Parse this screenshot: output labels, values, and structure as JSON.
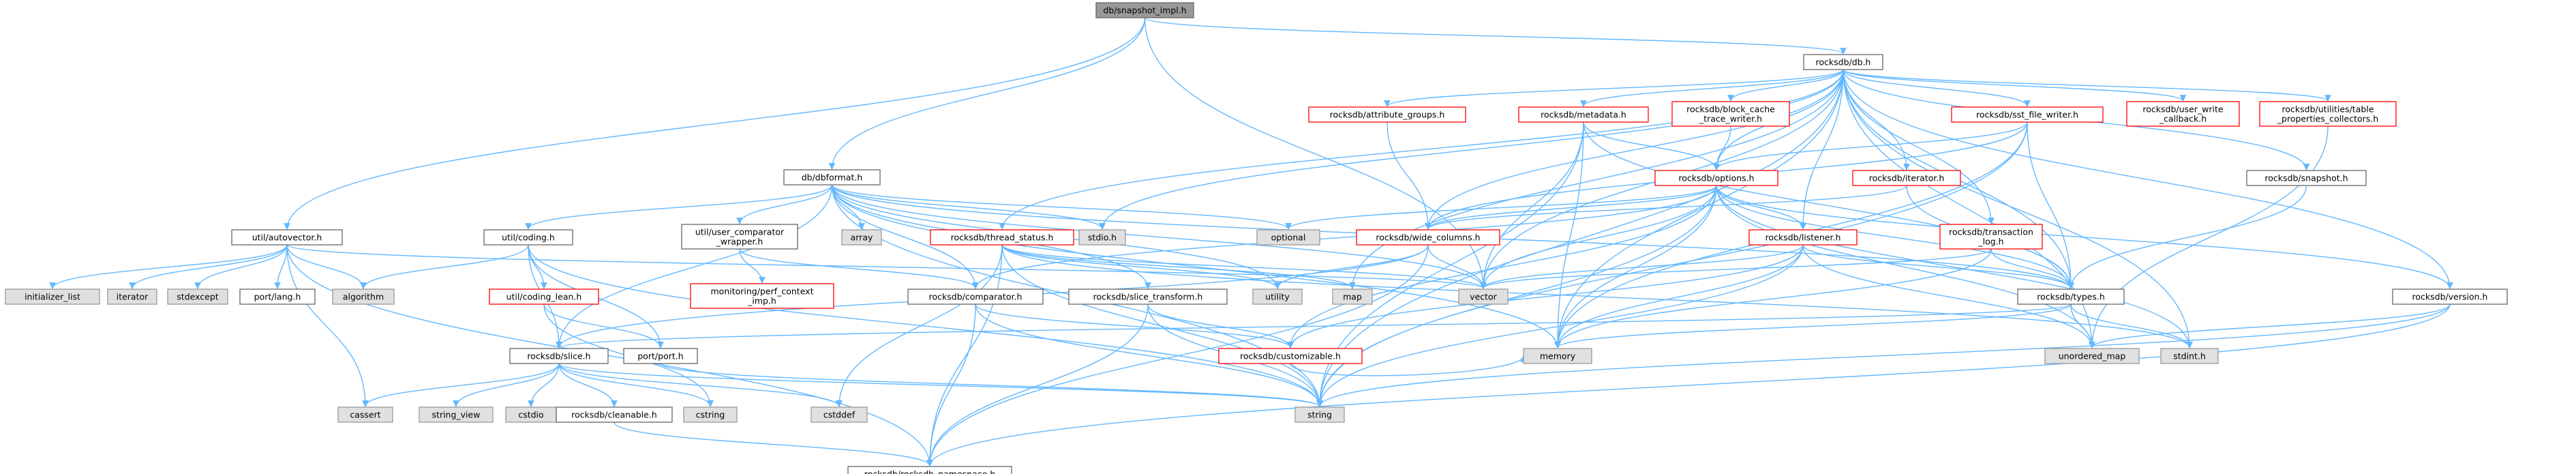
{
  "graph_title": "db/snapshot_impl.h",
  "colors": {
    "root_fill": "#999999",
    "normal_border": "#666666",
    "linked_border": "#ff0000",
    "system_fill": "#e0e0e0",
    "system_border": "#999999",
    "edge": "#63b8ff"
  },
  "nodes": [
    {
      "id": "root",
      "label": "db/snapshot_impl.h",
      "kind": "root"
    },
    {
      "id": "rocksdb_db",
      "label": "rocksdb/db.h",
      "kind": "normal"
    },
    {
      "id": "util_autovector",
      "label": "util/autovector.h",
      "kind": "normal"
    },
    {
      "id": "db_dbformat",
      "label": "db/dbformat.h",
      "kind": "normal"
    },
    {
      "id": "attribute_groups",
      "label": "rocksdb/attribute_groups.h",
      "kind": "linked"
    },
    {
      "id": "metadata",
      "label": "rocksdb/metadata.h",
      "kind": "linked"
    },
    {
      "id": "block_cache",
      "label": "rocksdb/block_cache\n_trace_writer.h",
      "kind": "linked"
    },
    {
      "id": "sst_file_writer",
      "label": "rocksdb/sst_file_writer.h",
      "kind": "linked"
    },
    {
      "id": "user_write_cb",
      "label": "rocksdb/user_write\n_callback.h",
      "kind": "linked"
    },
    {
      "id": "utilities_tpc",
      "label": "rocksdb/utilities/table\n_properties_collectors.h",
      "kind": "linked"
    },
    {
      "id": "options",
      "label": "rocksdb/options.h",
      "kind": "linked"
    },
    {
      "id": "iterator",
      "label": "rocksdb/iterator.h",
      "kind": "linked"
    },
    {
      "id": "snapshot",
      "label": "rocksdb/snapshot.h",
      "kind": "normal"
    },
    {
      "id": "util_coding",
      "label": "util/coding.h",
      "kind": "normal"
    },
    {
      "id": "util_user_cmp",
      "label": "util/user_comparator\n_wrapper.h",
      "kind": "normal"
    },
    {
      "id": "thread_status",
      "label": "rocksdb/thread_status.h",
      "kind": "linked"
    },
    {
      "id": "wide_columns",
      "label": "rocksdb/wide_columns.h",
      "kind": "linked"
    },
    {
      "id": "listener",
      "label": "rocksdb/listener.h",
      "kind": "linked"
    },
    {
      "id": "transaction_log",
      "label": "rocksdb/transaction\n_log.h",
      "kind": "linked"
    },
    {
      "id": "array",
      "label": "array",
      "kind": "system"
    },
    {
      "id": "stdio",
      "label": "stdio.h",
      "kind": "system"
    },
    {
      "id": "optional",
      "label": "optional",
      "kind": "system"
    },
    {
      "id": "initializer_list",
      "label": "initializer_list",
      "kind": "system"
    },
    {
      "id": "iterator_std",
      "label": "iterator",
      "kind": "system"
    },
    {
      "id": "stdexcept",
      "label": "stdexcept",
      "kind": "system"
    },
    {
      "id": "port_lang",
      "label": "port/lang.h",
      "kind": "normal"
    },
    {
      "id": "algorithm",
      "label": "algorithm",
      "kind": "system"
    },
    {
      "id": "coding_lean",
      "label": "util/coding_lean.h",
      "kind": "linked"
    },
    {
      "id": "perf_context",
      "label": "monitoring/perf_context\n_imp.h",
      "kind": "linked"
    },
    {
      "id": "comparator",
      "label": "rocksdb/comparator.h",
      "kind": "normal"
    },
    {
      "id": "slice_transform",
      "label": "rocksdb/slice_transform.h",
      "kind": "normal"
    },
    {
      "id": "utility",
      "label": "utility",
      "kind": "system"
    },
    {
      "id": "map",
      "label": "map",
      "kind": "system"
    },
    {
      "id": "vector",
      "label": "vector",
      "kind": "system"
    },
    {
      "id": "types",
      "label": "rocksdb/types.h",
      "kind": "normal"
    },
    {
      "id": "version",
      "label": "rocksdb/version.h",
      "kind": "normal"
    },
    {
      "id": "port_port",
      "label": "port/port.h",
      "kind": "normal"
    },
    {
      "id": "slice",
      "label": "rocksdb/slice.h",
      "kind": "normal"
    },
    {
      "id": "customizable",
      "label": "rocksdb/customizable.h",
      "kind": "linked"
    },
    {
      "id": "memory",
      "label": "memory",
      "kind": "system"
    },
    {
      "id": "unordered_map",
      "label": "unordered_map",
      "kind": "system"
    },
    {
      "id": "stdint",
      "label": "stdint.h",
      "kind": "system"
    },
    {
      "id": "cassert",
      "label": "cassert",
      "kind": "system"
    },
    {
      "id": "string_view",
      "label": "string_view",
      "kind": "system"
    },
    {
      "id": "cstdio",
      "label": "cstdio",
      "kind": "system"
    },
    {
      "id": "cleanable",
      "label": "rocksdb/cleanable.h",
      "kind": "normal"
    },
    {
      "id": "cstring",
      "label": "cstring",
      "kind": "system"
    },
    {
      "id": "cstddef",
      "label": "cstddef",
      "kind": "system"
    },
    {
      "id": "string",
      "label": "string",
      "kind": "system"
    },
    {
      "id": "rocksdb_namespace",
      "label": "rocksdb/rocksdb_namespace.h",
      "kind": "normal"
    }
  ],
  "edges": [
    [
      "root",
      "rocksdb_db"
    ],
    [
      "root",
      "util_autovector"
    ],
    [
      "root",
      "db_dbformat"
    ],
    [
      "root",
      "vector"
    ],
    [
      "rocksdb_db",
      "attribute_groups"
    ],
    [
      "rocksdb_db",
      "metadata"
    ],
    [
      "rocksdb_db",
      "block_cache"
    ],
    [
      "rocksdb_db",
      "sst_file_writer"
    ],
    [
      "rocksdb_db",
      "user_write_cb"
    ],
    [
      "rocksdb_db",
      "utilities_tpc"
    ],
    [
      "rocksdb_db",
      "options"
    ],
    [
      "rocksdb_db",
      "iterator"
    ],
    [
      "rocksdb_db",
      "snapshot"
    ],
    [
      "rocksdb_db",
      "thread_status"
    ],
    [
      "rocksdb_db",
      "wide_columns"
    ],
    [
      "rocksdb_db",
      "listener"
    ],
    [
      "rocksdb_db",
      "transaction_log"
    ],
    [
      "rocksdb_db",
      "stdio"
    ],
    [
      "rocksdb_db",
      "types"
    ],
    [
      "rocksdb_db",
      "version"
    ],
    [
      "rocksdb_db",
      "map"
    ],
    [
      "rocksdb_db",
      "vector"
    ],
    [
      "rocksdb_db",
      "memory"
    ],
    [
      "rocksdb_db",
      "unordered_map"
    ],
    [
      "rocksdb_db",
      "stdint"
    ],
    [
      "rocksdb_db",
      "string"
    ],
    [
      "util_autovector",
      "initializer_list"
    ],
    [
      "util_autovector",
      "iterator_std"
    ],
    [
      "util_autovector",
      "stdexcept"
    ],
    [
      "util_autovector",
      "port_lang"
    ],
    [
      "util_autovector",
      "algorithm"
    ],
    [
      "util_autovector",
      "vector"
    ],
    [
      "util_autovector",
      "cassert"
    ],
    [
      "util_autovector",
      "rocksdb_namespace"
    ],
    [
      "db_dbformat",
      "util_coding"
    ],
    [
      "db_dbformat",
      "util_user_cmp"
    ],
    [
      "db_dbformat",
      "array"
    ],
    [
      "db_dbformat",
      "stdio"
    ],
    [
      "db_dbformat",
      "optional"
    ],
    [
      "db_dbformat",
      "comparator"
    ],
    [
      "db_dbformat",
      "slice_transform"
    ],
    [
      "db_dbformat",
      "slice"
    ],
    [
      "db_dbformat",
      "utility"
    ],
    [
      "db_dbformat",
      "memory"
    ],
    [
      "db_dbformat",
      "string"
    ],
    [
      "db_dbformat",
      "types"
    ],
    [
      "db_dbformat",
      "vector"
    ],
    [
      "attribute_groups",
      "wide_columns"
    ],
    [
      "metadata",
      "options"
    ],
    [
      "metadata",
      "types"
    ],
    [
      "metadata",
      "vector"
    ],
    [
      "metadata",
      "string"
    ],
    [
      "metadata",
      "memory"
    ],
    [
      "block_cache",
      "options"
    ],
    [
      "sst_file_writer",
      "options"
    ],
    [
      "sst_file_writer",
      "types"
    ],
    [
      "sst_file_writer",
      "wide_columns"
    ],
    [
      "sst_file_writer",
      "string"
    ],
    [
      "sst_file_writer",
      "memory"
    ],
    [
      "utilities_tpc",
      "unordered_map"
    ],
    [
      "options",
      "optional"
    ],
    [
      "options",
      "comparator"
    ],
    [
      "options",
      "listener"
    ],
    [
      "options",
      "customizable"
    ],
    [
      "options",
      "types"
    ],
    [
      "options",
      "version"
    ],
    [
      "options",
      "vector"
    ],
    [
      "options",
      "memory"
    ],
    [
      "options",
      "unordered_map"
    ],
    [
      "options",
      "stdint"
    ],
    [
      "options",
      "string"
    ],
    [
      "options",
      "wide_columns"
    ],
    [
      "iterator",
      "wide_columns"
    ],
    [
      "iterator",
      "types"
    ],
    [
      "snapshot",
      "types"
    ],
    [
      "util_coding",
      "algorithm"
    ],
    [
      "util_coding",
      "coding_lean"
    ],
    [
      "util_coding",
      "slice"
    ],
    [
      "util_coding",
      "port_port"
    ],
    [
      "util_coding",
      "string"
    ],
    [
      "util_user_cmp",
      "perf_context"
    ],
    [
      "util_user_cmp",
      "comparator"
    ],
    [
      "thread_status",
      "utility"
    ],
    [
      "thread_status",
      "map"
    ],
    [
      "thread_status",
      "vector"
    ],
    [
      "thread_status",
      "stdint"
    ],
    [
      "thread_status",
      "cstddef"
    ],
    [
      "thread_status",
      "string"
    ],
    [
      "thread_status",
      "rocksdb_namespace"
    ],
    [
      "wide_columns",
      "utility"
    ],
    [
      "wide_columns",
      "vector"
    ],
    [
      "wide_columns",
      "slice"
    ],
    [
      "wide_columns",
      "rocksdb_namespace"
    ],
    [
      "listener",
      "vector"
    ],
    [
      "listener",
      "types"
    ],
    [
      "listener",
      "customizable"
    ],
    [
      "listener",
      "memory"
    ],
    [
      "listener",
      "unordered_map"
    ],
    [
      "listener",
      "string"
    ],
    [
      "transaction_log",
      "types"
    ],
    [
      "transaction_log",
      "vector"
    ],
    [
      "transaction_log",
      "memory"
    ],
    [
      "coding_lean",
      "port_port"
    ],
    [
      "coding_lean",
      "cstring"
    ],
    [
      "comparator",
      "customizable"
    ],
    [
      "comparator",
      "rocksdb_namespace"
    ],
    [
      "comparator",
      "string"
    ],
    [
      "slice_transform",
      "customizable"
    ],
    [
      "slice_transform",
      "string"
    ],
    [
      "slice_transform",
      "rocksdb_namespace"
    ],
    [
      "types",
      "slice"
    ],
    [
      "types",
      "memory"
    ],
    [
      "types",
      "unordered_map"
    ],
    [
      "types",
      "stdint"
    ],
    [
      "version",
      "unordered_map"
    ],
    [
      "version",
      "string"
    ],
    [
      "version",
      "rocksdb_namespace"
    ],
    [
      "port_port",
      "string"
    ],
    [
      "slice",
      "cassert"
    ],
    [
      "slice",
      "string_view"
    ],
    [
      "slice",
      "cstdio"
    ],
    [
      "slice",
      "cleanable"
    ],
    [
      "slice",
      "cstring"
    ],
    [
      "slice",
      "cstddef"
    ],
    [
      "slice",
      "string"
    ],
    [
      "cleanable",
      "rocksdb_namespace"
    ],
    [
      "customizable",
      "memory"
    ]
  ]
}
